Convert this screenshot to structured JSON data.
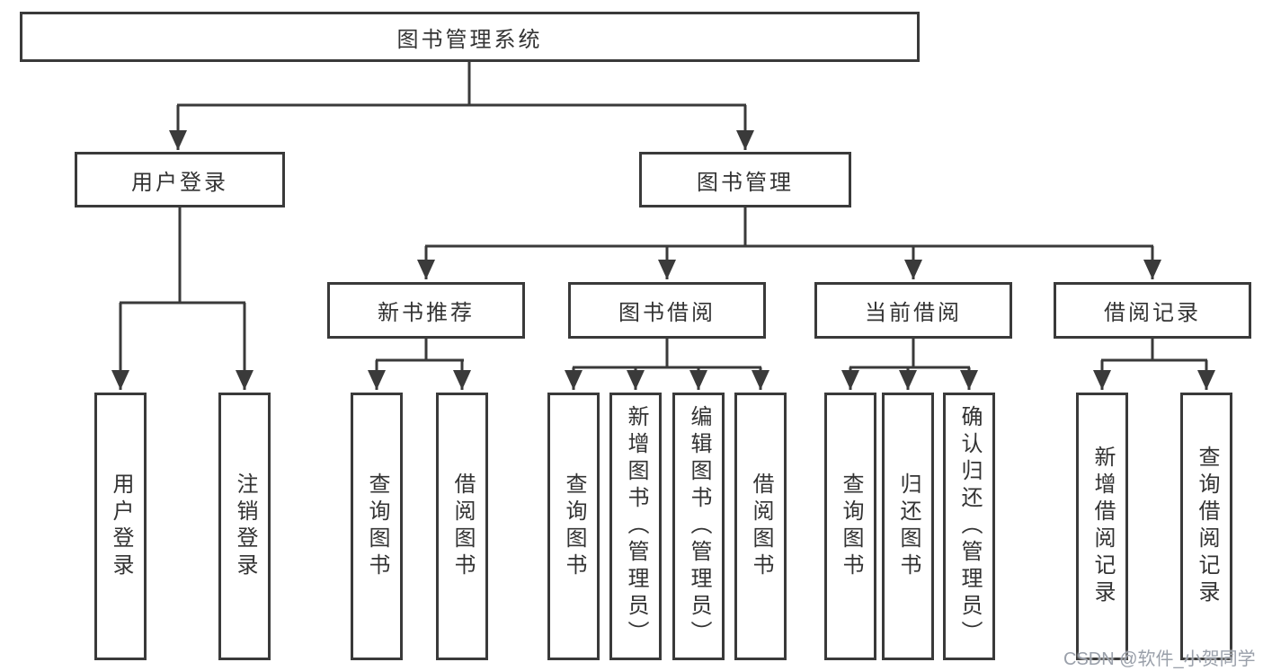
{
  "diagram": {
    "type": "hierarchy-tree",
    "root": {
      "id": "system",
      "label": "图书管理系统"
    },
    "level2": [
      {
        "id": "user-login",
        "label": "用户登录",
        "parent": "system"
      },
      {
        "id": "book-management",
        "label": "图书管理",
        "parent": "system"
      }
    ],
    "level3": [
      {
        "id": "new-book-recommendation",
        "label": "新书推荐",
        "parent": "book-management"
      },
      {
        "id": "book-borrowing",
        "label": "图书借阅",
        "parent": "book-management"
      },
      {
        "id": "current-borrowing",
        "label": "当前借阅",
        "parent": "book-management"
      },
      {
        "id": "borrowing-records",
        "label": "借阅记录",
        "parent": "book-management"
      }
    ],
    "leaves": [
      {
        "id": "leaf-user-login",
        "label": "用户登录",
        "parent": "user-login"
      },
      {
        "id": "leaf-logout",
        "label": "注销登录",
        "parent": "user-login"
      },
      {
        "id": "leaf-query-books-1",
        "label": "查询图书",
        "parent": "new-book-recommendation"
      },
      {
        "id": "leaf-borrow-books-1",
        "label": "借阅图书",
        "parent": "new-book-recommendation"
      },
      {
        "id": "leaf-query-books-2",
        "label": "查询图书",
        "parent": "book-borrowing"
      },
      {
        "id": "leaf-add-books",
        "label": "新增图书（管理员）",
        "parent": "book-borrowing"
      },
      {
        "id": "leaf-edit-books",
        "label": "编辑图书（管理员）",
        "parent": "book-borrowing"
      },
      {
        "id": "leaf-borrow-books-2",
        "label": "借阅图书",
        "parent": "book-borrowing"
      },
      {
        "id": "leaf-query-books-3",
        "label": "查询图书",
        "parent": "current-borrowing"
      },
      {
        "id": "leaf-return-books",
        "label": "归还图书",
        "parent": "current-borrowing"
      },
      {
        "id": "leaf-confirm-return",
        "label": "确认归还（管理员）",
        "parent": "current-borrowing"
      },
      {
        "id": "leaf-add-borrow-record",
        "label": "新增借阅记录",
        "parent": "borrowing-records"
      },
      {
        "id": "leaf-query-borrow-record",
        "label": "查询借阅记录",
        "parent": "borrowing-records"
      }
    ],
    "colors": {
      "line": "#3a3a3a",
      "box_border": "#3a3a3a",
      "box_fill": "#ffffff",
      "text": "#333333",
      "watermark": "#9aa0aa",
      "background": "#ffffff"
    }
  },
  "watermark": {
    "text": "CSDN @软件_小贺同学"
  }
}
